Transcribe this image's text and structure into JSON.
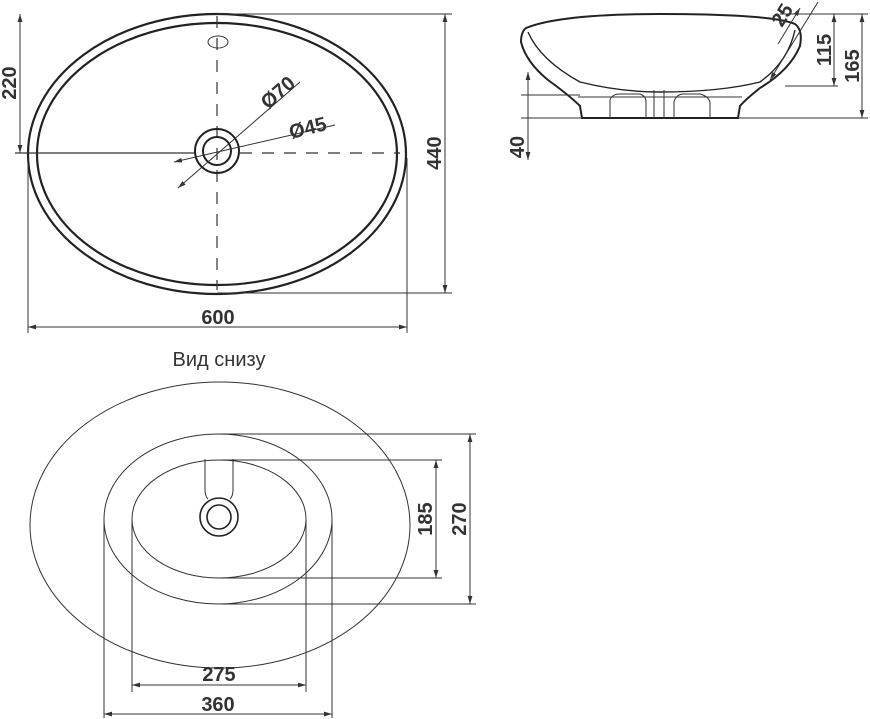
{
  "top_view": {
    "dim_width": "600",
    "dim_height": "440",
    "dim_half_height": "220",
    "dim_diameter_outer": "Ø70",
    "dim_diameter_inner": "Ø45"
  },
  "side_view": {
    "dim_total_height": "165",
    "dim_bowl_height": "115",
    "dim_base_height": "40",
    "dim_rim": "25"
  },
  "bottom_view": {
    "caption": "Вид снизу",
    "dim_base_width": "360",
    "dim_inner_width": "275",
    "dim_base_height": "270",
    "dim_inner_height": "185"
  }
}
